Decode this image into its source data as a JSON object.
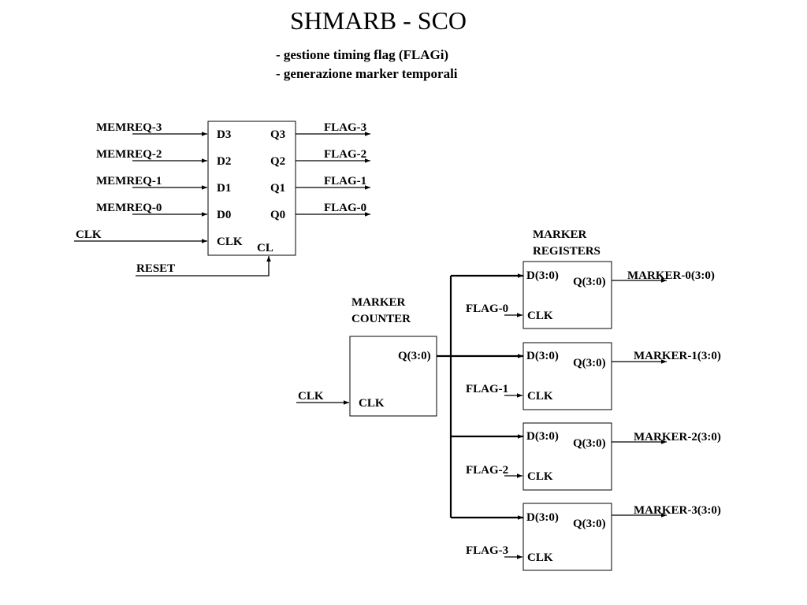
{
  "title": "SHMARB - SCO",
  "subtitle_lines": [
    "- gestione timing flag (FLAGi)",
    "- generazione marker temporali"
  ],
  "flag_register": {
    "inputs": [
      "MEMREQ-3",
      "MEMREQ-2",
      "MEMREQ-1",
      "MEMREQ-0"
    ],
    "d_pins": [
      "D3",
      "D2",
      "D1",
      "D0"
    ],
    "q_pins": [
      "Q3",
      "Q2",
      "Q1",
      "Q0"
    ],
    "outputs": [
      "FLAG-3",
      "FLAG-2",
      "FLAG-1",
      "FLAG-0"
    ],
    "clk_input": "CLK",
    "clk_pin": "CLK",
    "clear_pin": "CL",
    "reset_input": "RESET"
  },
  "marker_counter": {
    "title_lines": [
      "MARKER",
      "COUNTER"
    ],
    "q_pin": "Q(3:0)",
    "clk_pin": "CLK",
    "clk_input": "CLK"
  },
  "marker_registers": {
    "title_lines": [
      "MARKER",
      "REGISTERS"
    ],
    "registers": [
      {
        "d_pin": "D(3:0)",
        "q_pin": "Q(3:0)",
        "clk_pin": "CLK",
        "clk_input": "FLAG-0",
        "output": "MARKER-0(3:0)"
      },
      {
        "d_pin": "D(3:0)",
        "q_pin": "Q(3:0)",
        "clk_pin": "CLK",
        "clk_input": "FLAG-1",
        "output": "MARKER-1(3:0)"
      },
      {
        "d_pin": "D(3:0)",
        "q_pin": "Q(3:0)",
        "clk_pin": "CLK",
        "clk_input": "FLAG-2",
        "output": "MARKER-2(3:0)"
      },
      {
        "d_pin": "D(3:0)",
        "q_pin": "Q(3:0)",
        "clk_pin": "CLK",
        "clk_input": "FLAG-3",
        "output": "MARKER-3(3:0)"
      }
    ]
  }
}
